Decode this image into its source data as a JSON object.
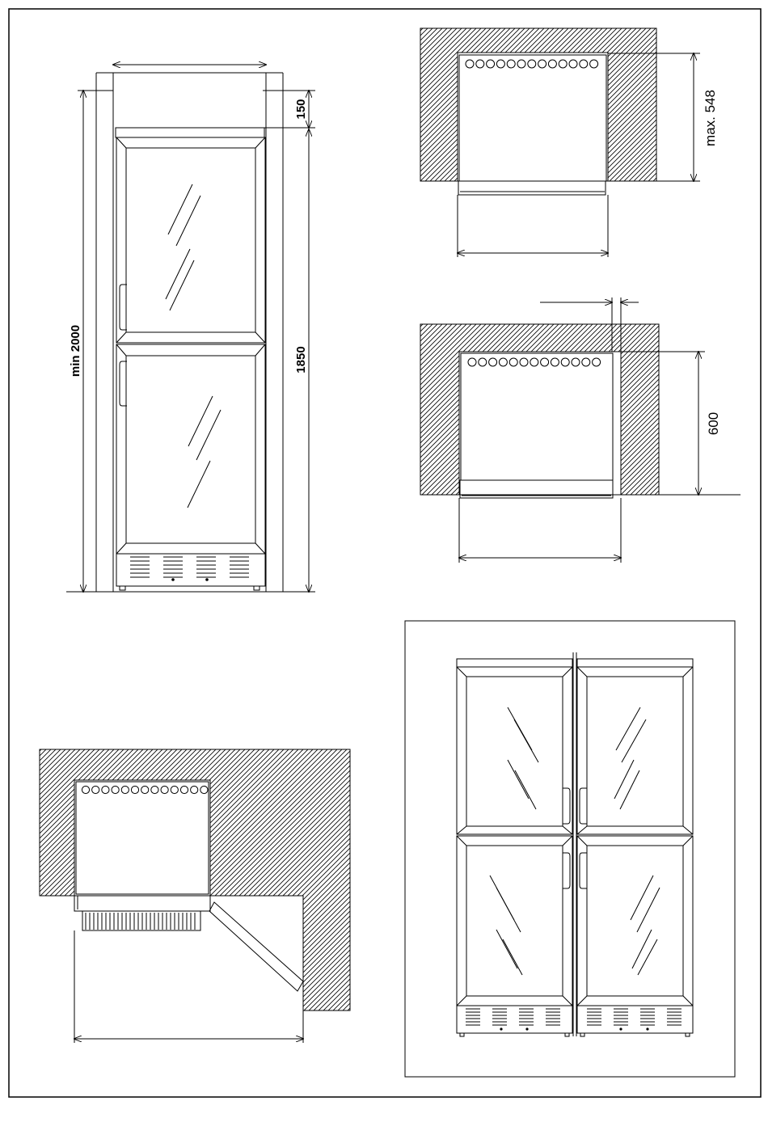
{
  "dimensions": {
    "top_clearance": "150",
    "min_height": "min 2000",
    "appliance_height": "1850",
    "max_depth": "max. 548",
    "depth": "600"
  },
  "colors": {
    "line": "#000000",
    "hatch": "#000000",
    "background": "#ffffff"
  }
}
